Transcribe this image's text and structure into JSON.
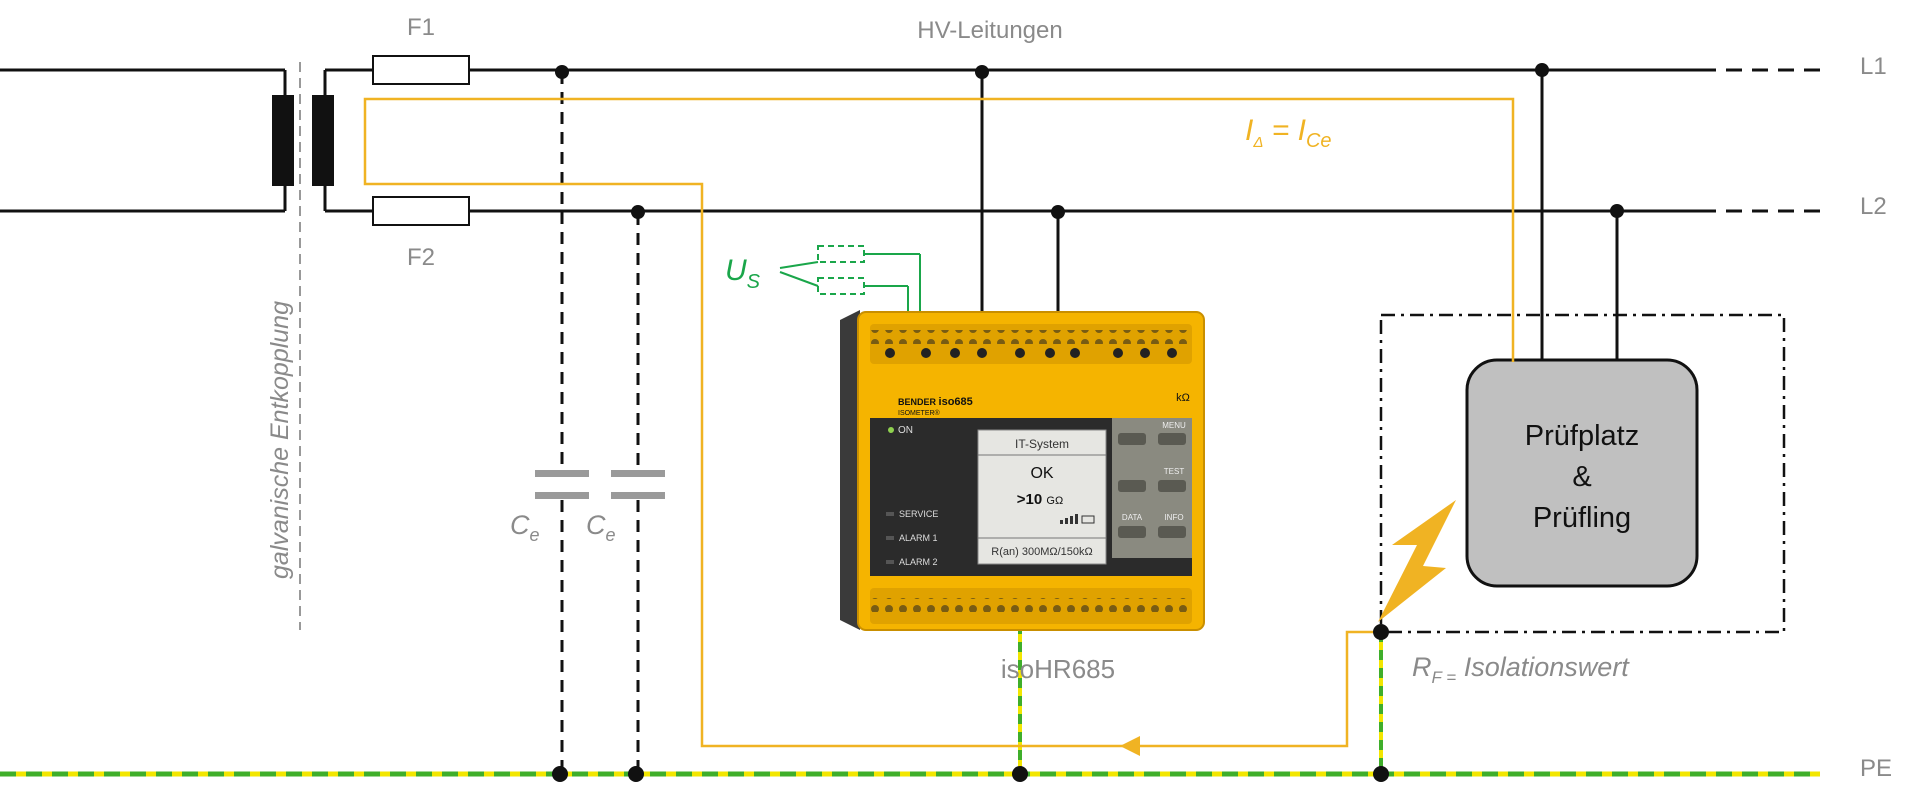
{
  "labels": {
    "hv_lines": "HV-Leitungen",
    "fuse1": "F1",
    "fuse2": "F2",
    "l1": "L1",
    "l2": "L2",
    "pe": "PE",
    "decoupling": "galvanische Entkopplung",
    "ce_letter": "C",
    "ce_sub": "e",
    "us_letter": "U",
    "us_sub": "S",
    "current_i": "I",
    "current_delta": "Δ",
    "current_eq": " = I",
    "current_ce": "Ce",
    "device_name": "isoHR685",
    "rf_letter": "R",
    "rf_sub": "F =",
    "rf_text": " Isolationswert",
    "test_station_line1": "Prüfplatz",
    "test_station_line2": "&",
    "test_station_line3": "Prüfling"
  },
  "device": {
    "brand": "BENDER",
    "model": "iso685",
    "series": "ISOMETER®",
    "unit_badge": "kΩ",
    "led_on": "ON",
    "led_service": "SERVICE",
    "led_alarm1": "ALARM 1",
    "led_alarm2": "ALARM 2",
    "screen": {
      "title": "IT-System",
      "status": "OK",
      "value": ">10",
      "unit": "GΩ",
      "footer": "R(an)  300MΩ/150kΩ"
    },
    "buttons": {
      "menu": "MENU",
      "test": "TEST",
      "data": "DATA",
      "info": "INFO"
    }
  },
  "colors": {
    "line": "#111111",
    "label_gray": "#8a8a8a",
    "current_path": "#f0b323",
    "us_green": "#1aa64a",
    "pe_green": "#3fae2a",
    "pe_yellow": "#f2e600",
    "device_yellow": "#f5b400",
    "station_fill": "#c0c0c0"
  }
}
